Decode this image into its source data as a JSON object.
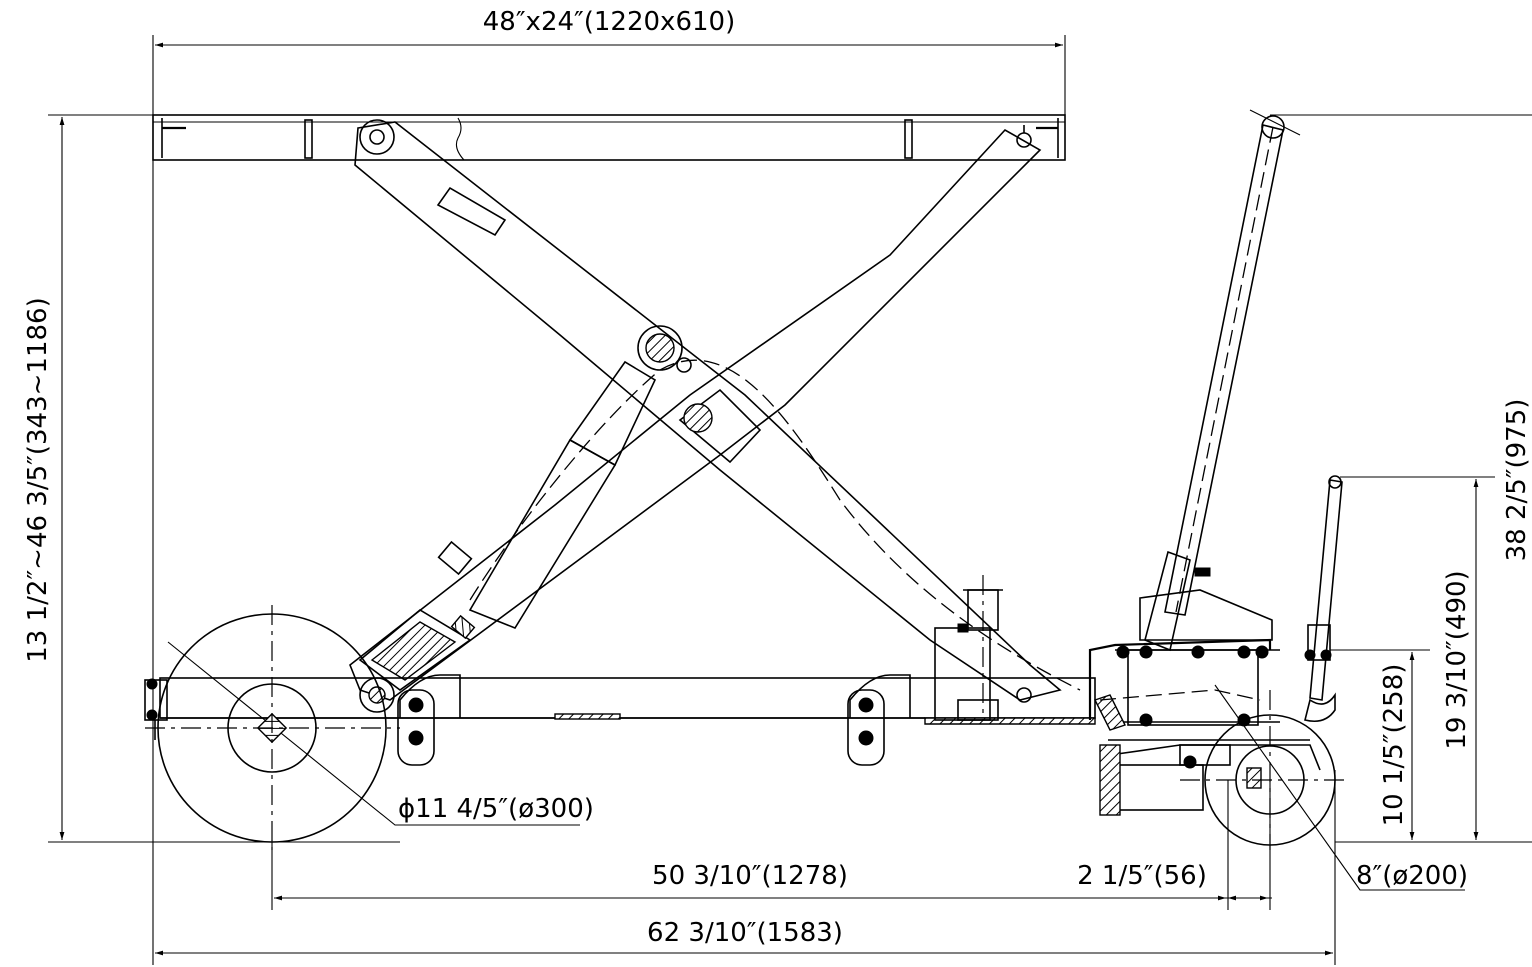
{
  "dimensions": {
    "platform_size": "48″x24″(1220x610)",
    "lift_height": "13 1/2″~46 3/5″(343~1186)",
    "handle_height": "38 2/5″(975)",
    "push_bar_height": "19 3/10″(490)",
    "deck_height": "10 1/5″(258)",
    "front_wheel_diameter": "ϕ11 4/5″(ø300)",
    "wheelbase": "50 3/10″(1278)",
    "rear_offset": "2 1/5″(56)",
    "overall_length": "62 3/10″(1583)",
    "rear_wheel_diameter": "8″(ø200)"
  }
}
